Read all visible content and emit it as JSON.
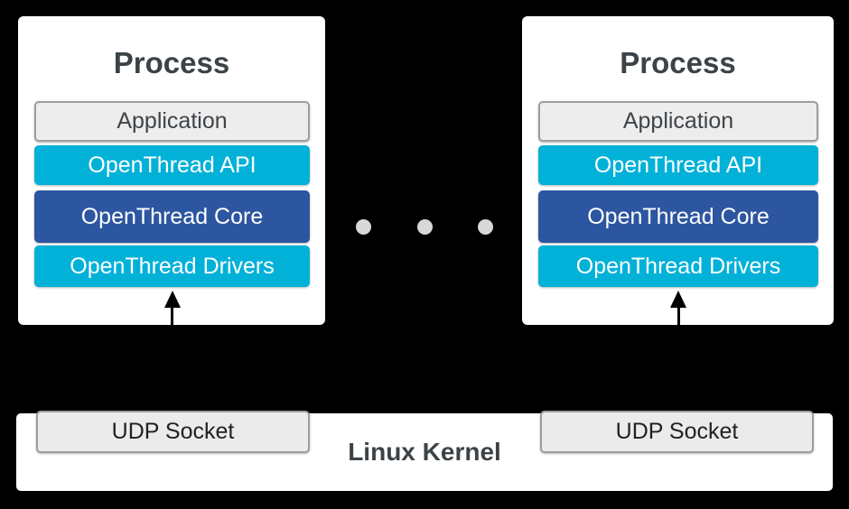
{
  "processes": [
    {
      "title": "Process",
      "layers": [
        {
          "label": "Application",
          "kind": "application"
        },
        {
          "label": "OpenThread API",
          "kind": "api"
        },
        {
          "label": "OpenThread Core",
          "kind": "core"
        },
        {
          "label": "OpenThread Drivers",
          "kind": "drivers"
        }
      ]
    },
    {
      "title": "Process",
      "layers": [
        {
          "label": "Application",
          "kind": "application"
        },
        {
          "label": "OpenThread API",
          "kind": "api"
        },
        {
          "label": "OpenThread Core",
          "kind": "core"
        },
        {
          "label": "OpenThread Drivers",
          "kind": "drivers"
        }
      ]
    }
  ],
  "separator": {
    "dot_count": 3
  },
  "kernel": {
    "label": "Linux Kernel",
    "sockets": [
      {
        "label": "UDP Socket"
      },
      {
        "label": "UDP Socket"
      }
    ]
  },
  "colors": {
    "background": "#000000",
    "process_box_fill": "#ffffff",
    "application_fill": "#ededed",
    "application_border": "#9e9e9e",
    "api_fill": "#01b1d8",
    "core_fill": "#2d56a1",
    "drivers_fill": "#01b1d8",
    "layer_text_on_color": "#ffffff",
    "heading_text": "#3c4347",
    "socket_fill": "#ebebeb",
    "socket_border": "#9d9d9d",
    "socket_text": "#212121",
    "dot_color": "#d8d8d8",
    "arrow_color": "#000000"
  }
}
